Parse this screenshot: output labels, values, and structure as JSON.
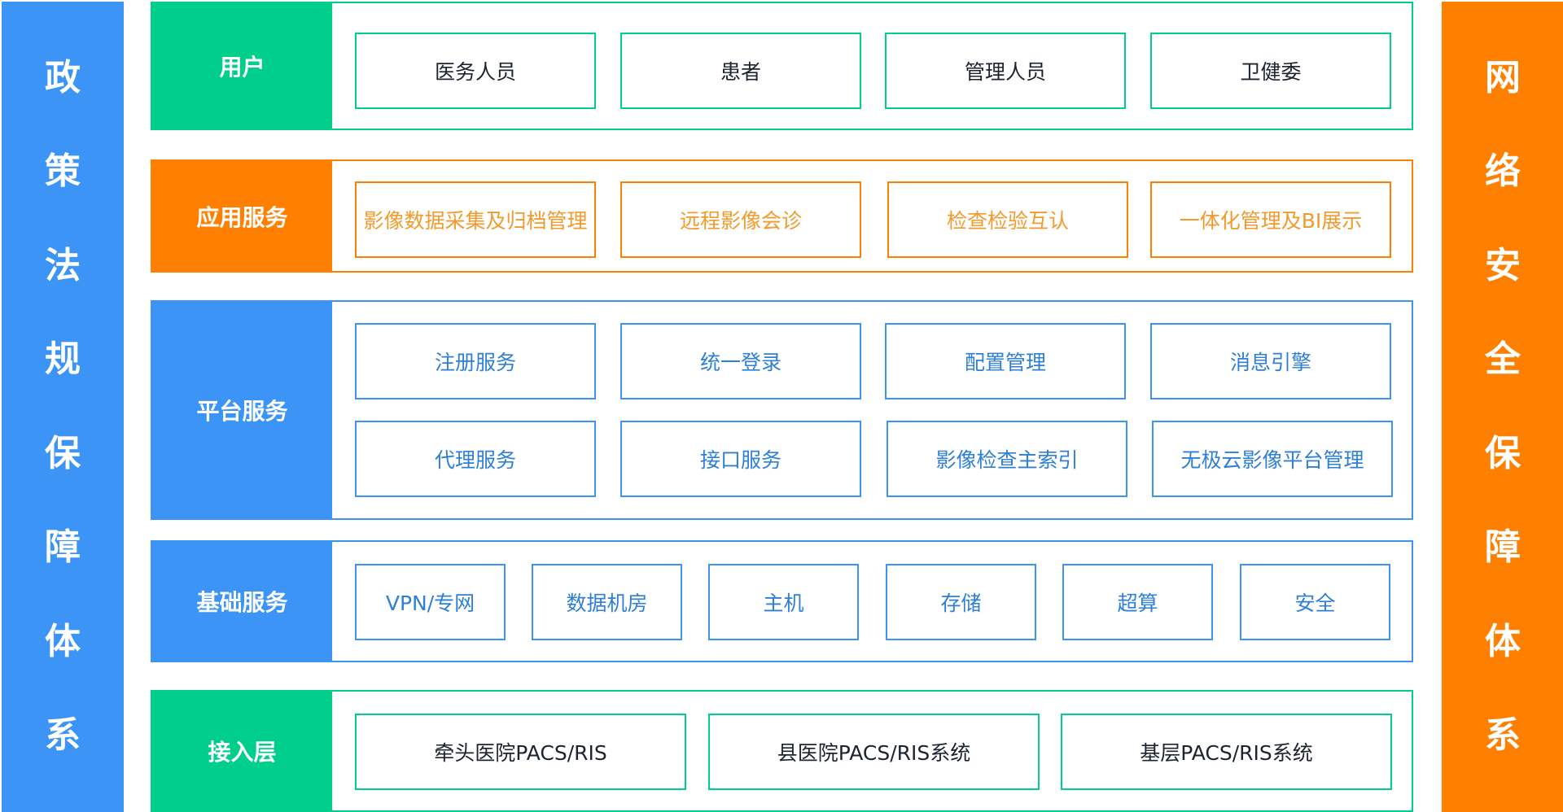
{
  "colors": {
    "green": "#00CF8B",
    "orange": "#FF8000",
    "blue": "#3B94F6",
    "text_dark": "#1b2430",
    "text_orange": "#F39A2C",
    "text_blue": "#2E7FD6"
  },
  "left_sidebar": {
    "chars": [
      "政",
      "策",
      "法",
      "规",
      "保",
      "障",
      "体",
      "系"
    ]
  },
  "right_sidebar": {
    "chars": [
      "网",
      "络",
      "安",
      "全",
      "保",
      "障",
      "体",
      "系"
    ]
  },
  "layers": [
    {
      "id": "users",
      "label": "用户",
      "items": [
        "医务人员",
        "患者",
        "管理人员",
        "卫健委"
      ]
    },
    {
      "id": "app",
      "label": "应用服务",
      "items": [
        "影像数据采集及归档管理",
        "远程影像会诊",
        "检查检验互认",
        "一体化管理及BI展示"
      ]
    },
    {
      "id": "platform",
      "label": "平台服务",
      "items": [
        "注册服务",
        "统一登录",
        "配置管理",
        "消息引擎",
        "代理服务",
        "接口服务",
        "影像检查主索引",
        "无极云影像平台管理"
      ]
    },
    {
      "id": "base",
      "label": "基础服务",
      "items": [
        "VPN/专网",
        "数据机房",
        "主机",
        "存储",
        "超算",
        "安全"
      ]
    },
    {
      "id": "access",
      "label": "接入层",
      "items": [
        "牵头医院PACS/RIS",
        "县医院PACS/RIS系统",
        "基层PACS/RIS系统"
      ]
    }
  ]
}
